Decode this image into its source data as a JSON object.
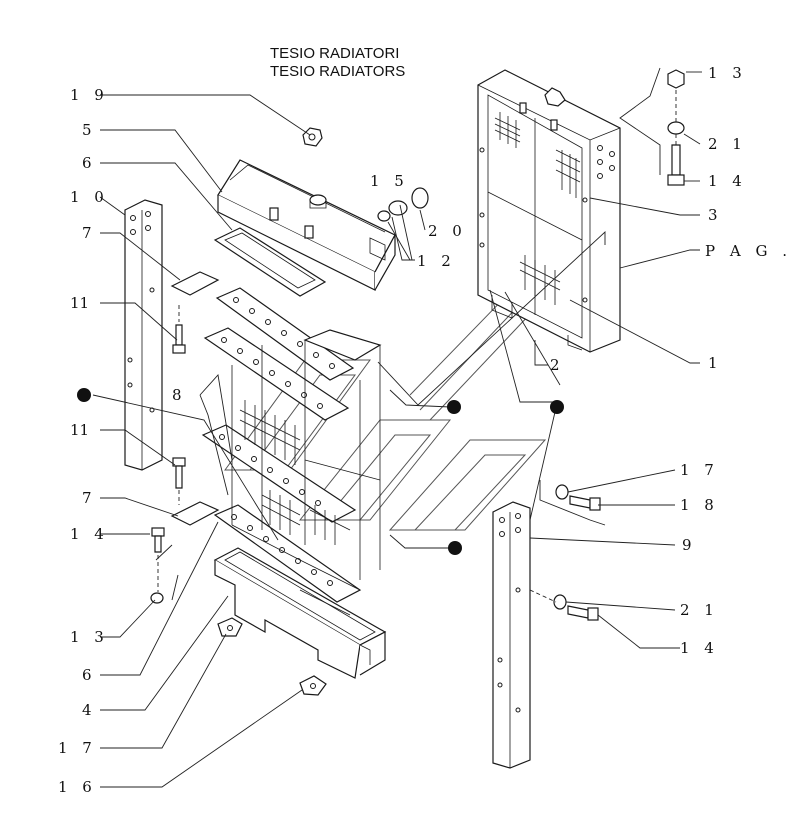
{
  "title": {
    "line1": "TESIO RADIATORI",
    "line2": "TESIO RADIATORS"
  },
  "callouts": {
    "c19": "1 9",
    "c5": "5",
    "c6a": "6",
    "c10": "1 0",
    "c7a": "7",
    "c11a": "11",
    "c8": "8",
    "c11b": "11",
    "c7b": "7",
    "c14a": "1 4",
    "c13a": "1 3",
    "c6b": "6",
    "c4": "4",
    "c17a": "1 7",
    "c16": "1 6",
    "c15": "1 5",
    "c20": "2 0",
    "c12": "1 2",
    "c13b": "1 3",
    "c21a": "2 1",
    "c14b": "1 4",
    "c3": "3",
    "cpag": "P A G .",
    "c2": "2",
    "c1": "1",
    "c17b": "1 7",
    "c18": "1 8",
    "c9": "9",
    "c21b": "2 1",
    "c14c": "1 4"
  },
  "colors": {
    "line": "#222222",
    "background": "#ffffff",
    "marker": "#111111"
  }
}
